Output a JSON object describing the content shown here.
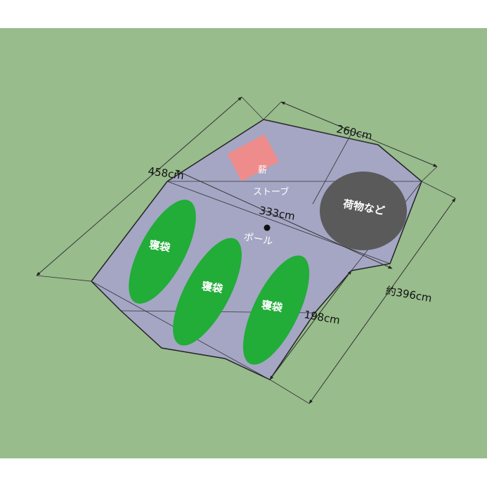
{
  "colors": {
    "page_background": "#ffffff",
    "ground": "#98bc8c",
    "tent_floor": "#a4a6c4",
    "sleeping_bag": "#22ac38",
    "stove": "#ee8c8c",
    "luggage": "#5a5a5a",
    "outline": "#222222"
  },
  "dimensions": {
    "front_width": "260cm",
    "side_length": "458cm",
    "center_span": "333cm",
    "diagonal": "約396cm",
    "inner_width": "198cm"
  },
  "labels": {
    "pole": "ポール",
    "stove_line1": "薪",
    "stove_line2": "ストーブ",
    "luggage": "荷物など",
    "sleeping_bag_1": "寝袋",
    "sleeping_bag_2": "寝袋",
    "sleeping_bag_3": "寝袋"
  }
}
